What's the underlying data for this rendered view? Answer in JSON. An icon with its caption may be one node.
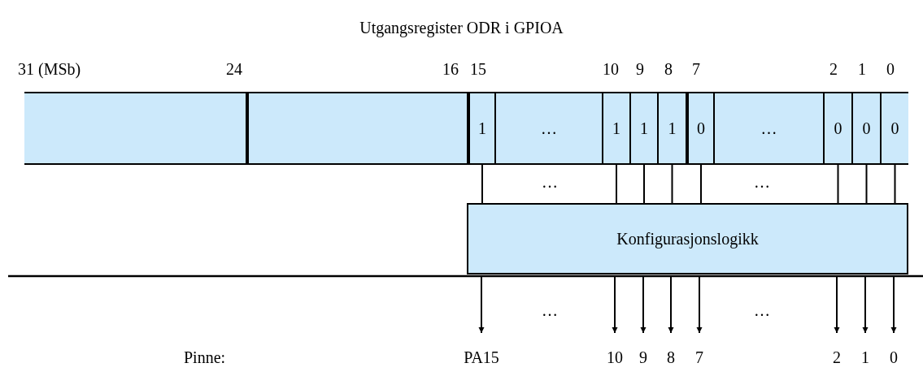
{
  "diagram": {
    "title": "Utgangsregister ODR i GPIOA",
    "nodes": [
      {
        "text": [],
        "shape": "box"
      },
      {
        "text": [],
        "shape": "box",
        "in": 0
      },
      {
        "text": [],
        "shape": "box",
        "in": 0
      },
      {
        "text": [
          "1"
        ],
        "in": 0
      },
      {
        "text": [
          "…"
        ],
        "in": 0
      },
      {
        "text": [
          "1"
        ],
        "in": 0
      },
      {
        "text": [
          "1"
        ],
        "in": 0
      },
      {
        "text": [
          "1"
        ],
        "in": 0
      },
      {
        "text": [
          "0"
        ],
        "in": 0
      },
      {
        "text": [
          "…"
        ],
        "in": 0
      },
      {
        "text": [
          "0"
        ],
        "in": 0
      },
      {
        "text": [
          "0"
        ],
        "in": 0
      },
      {
        "text": [
          "0"
        ],
        "in": 0
      },
      {
        "text": [
          "Konfigurasjonslogikk"
        ]
      },
      {
        "text": [
          "PA15"
        ]
      },
      {
        "text": [
          "10"
        ]
      },
      {
        "text": [
          "9"
        ]
      },
      {
        "text": [
          "8"
        ]
      },
      {
        "text": [
          "7"
        ]
      },
      {
        "text": [
          "2"
        ]
      },
      {
        "text": [
          "1"
        ]
      },
      {
        "text": [
          "0"
        ]
      }
    ],
    "edges": [
      {
        "from": 3,
        "to": 13,
        "arrow": "none"
      },
      {
        "from": 5,
        "to": 13,
        "arrow": "none"
      },
      {
        "from": 6,
        "to": 13,
        "arrow": "none"
      },
      {
        "from": 7,
        "to": 13,
        "arrow": "none"
      },
      {
        "from": 8,
        "to": 13,
        "arrow": "none"
      },
      {
        "from": 10,
        "to": 13,
        "arrow": "none"
      },
      {
        "from": 11,
        "to": 13,
        "arrow": "none"
      },
      {
        "from": 12,
        "to": 13,
        "arrow": "none"
      },
      {
        "from": 13,
        "to": 14,
        "arrow": "to"
      },
      {
        "from": 13,
        "to": 15,
        "arrow": "to"
      },
      {
        "from": 13,
        "to": 16,
        "arrow": "to"
      },
      {
        "from": 13,
        "to": 17,
        "arrow": "to"
      },
      {
        "from": 13,
        "to": 18,
        "arrow": "to"
      },
      {
        "from": 13,
        "to": 19,
        "arrow": "to"
      },
      {
        "from": 13,
        "to": 20,
        "arrow": "to"
      },
      {
        "from": 13,
        "to": 21,
        "arrow": "to"
      }
    ],
    "labels": [
      "31 (MSb)",
      "24",
      "16",
      "15",
      "10",
      "9",
      "8",
      "7",
      "2",
      "1",
      "0",
      "…",
      "…",
      "…",
      "…",
      "Pinne:"
    ]
  }
}
